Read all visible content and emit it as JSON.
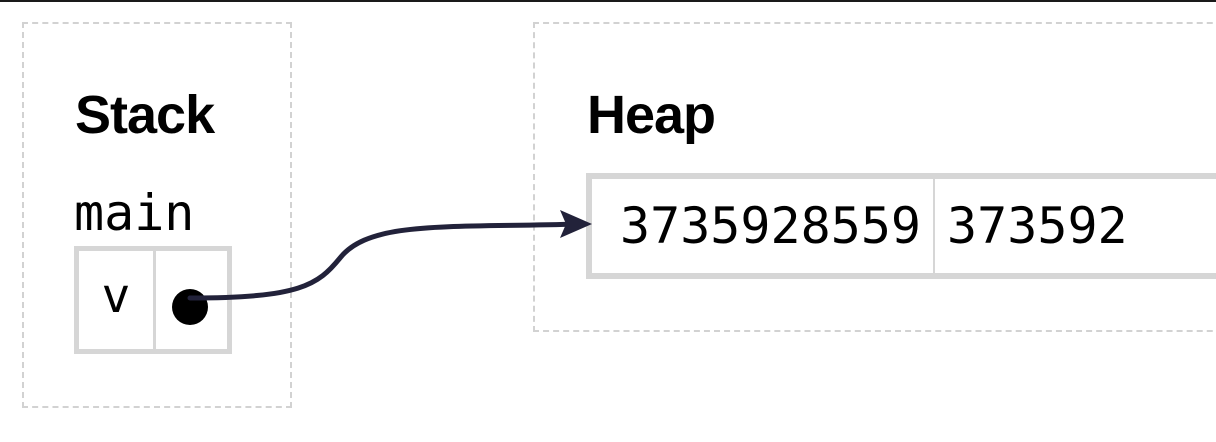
{
  "stack": {
    "title": "Stack",
    "frame": {
      "name": "main",
      "variables": [
        {
          "name": "v",
          "value": "pointer"
        }
      ]
    }
  },
  "heap": {
    "title": "Heap",
    "array": {
      "cells": [
        "3735928559",
        "373592"
      ]
    }
  },
  "arrow": {
    "from": "v",
    "to": "heap-array",
    "color": "#22223a"
  },
  "colors": {
    "frame_border": "#d2d2d2",
    "cell_border": "#d6d6d6",
    "text": "#000000"
  }
}
